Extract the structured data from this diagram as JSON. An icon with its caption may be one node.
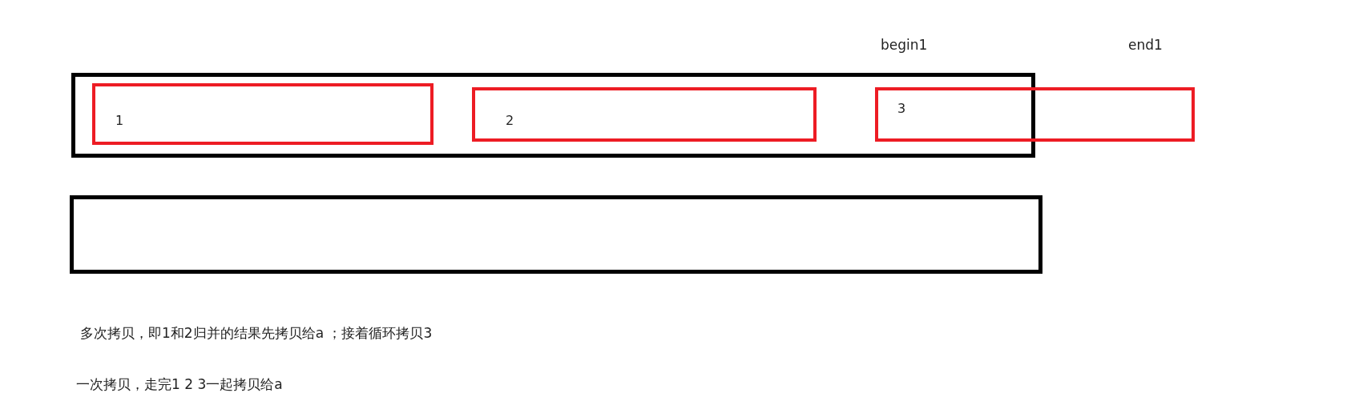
{
  "diagram": {
    "nodes": [
      {
        "text": [],
        "shape": "box"
      },
      {
        "text": [
          "1"
        ],
        "in": 0
      },
      {
        "text": [
          "2"
        ],
        "in": 0
      },
      {
        "text": [
          "3"
        ]
      },
      {
        "text": [],
        "shape": "box"
      }
    ],
    "labels": [
      "begin1",
      "end1",
      "多次拷贝，即1和2归并的结果先拷贝给a ；接着循环拷贝3",
      "一次拷贝，走完1 2 3一起拷贝给a"
    ]
  }
}
